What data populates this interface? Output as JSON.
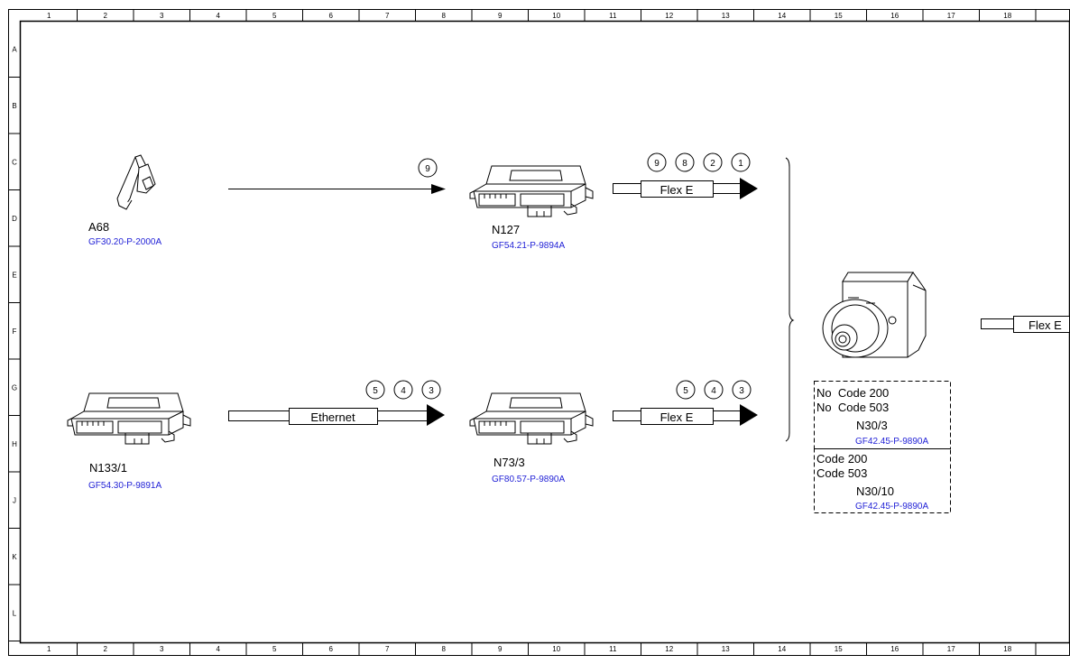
{
  "grid": {
    "columns": [
      "1",
      "2",
      "3",
      "4",
      "5",
      "6",
      "7",
      "8",
      "9",
      "10",
      "11",
      "12",
      "13",
      "14",
      "15",
      "16",
      "17",
      "18"
    ],
    "rows": [
      "A",
      "B",
      "C",
      "D",
      "E",
      "F",
      "G",
      "H",
      "J",
      "K",
      "L"
    ]
  },
  "components": {
    "a68": {
      "label": "A68",
      "ref": "GF30.20-P-2000A"
    },
    "n127": {
      "label": "N127",
      "ref": "GF54.21-P-9894A"
    },
    "n133": {
      "label": "N133/1",
      "ref": "GF54.30-P-9891A"
    },
    "n73": {
      "label": "N73/3",
      "ref": "GF80.57-P-9890A"
    },
    "n30_3": {
      "label": "N30/3",
      "ref": "GF42.45-P-9890A",
      "cond1": "No  Code 200",
      "cond2": "No  Code 503"
    },
    "n30_10": {
      "label": "N30/10",
      "ref": "GF42.45-P-9890A",
      "cond1": "Code 200",
      "cond2": "Code 503"
    }
  },
  "buses": {
    "flex_top": "Flex E",
    "ethernet": "Ethernet",
    "flex_mid": "Flex E",
    "flex_right": "Flex E"
  },
  "signals": {
    "a68_to_n127": [
      "9"
    ],
    "n127_out": [
      "9",
      "8",
      "2",
      "1"
    ],
    "n133_out": [
      "5",
      "4",
      "3"
    ],
    "n73_out": [
      "5",
      "4",
      "3"
    ]
  }
}
